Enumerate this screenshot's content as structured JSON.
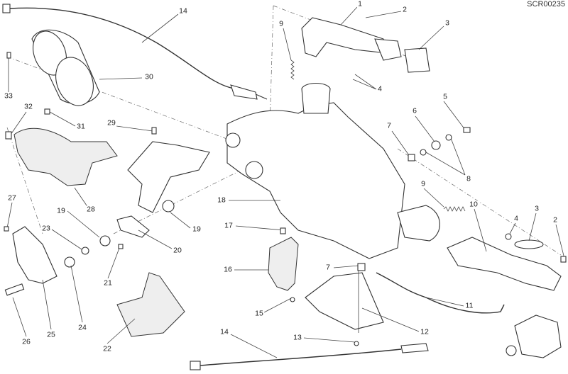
{
  "diagram": {
    "code": "SCR00235",
    "callouts": [
      {
        "id": "c14a",
        "text": "14"
      },
      {
        "id": "c1",
        "text": "1"
      },
      {
        "id": "c2a",
        "text": "2"
      },
      {
        "id": "c3a",
        "text": "3"
      },
      {
        "id": "c9a",
        "text": "9"
      },
      {
        "id": "c30",
        "text": "30"
      },
      {
        "id": "c4a",
        "text": "4"
      },
      {
        "id": "c33",
        "text": "33"
      },
      {
        "id": "c5",
        "text": "5"
      },
      {
        "id": "c32",
        "text": "32"
      },
      {
        "id": "c31",
        "text": "31"
      },
      {
        "id": "c29",
        "text": "29"
      },
      {
        "id": "c6",
        "text": "6"
      },
      {
        "id": "c7a",
        "text": "7"
      },
      {
        "id": "c8",
        "text": "8"
      },
      {
        "id": "c9b",
        "text": "9"
      },
      {
        "id": "c10",
        "text": "10"
      },
      {
        "id": "c4b",
        "text": "4"
      },
      {
        "id": "c3b",
        "text": "3"
      },
      {
        "id": "c2b",
        "text": "2"
      },
      {
        "id": "c18",
        "text": "18"
      },
      {
        "id": "c27",
        "text": "27"
      },
      {
        "id": "c19a",
        "text": "19"
      },
      {
        "id": "c19b",
        "text": "19"
      },
      {
        "id": "c28",
        "text": "28"
      },
      {
        "id": "c23",
        "text": "23"
      },
      {
        "id": "c17",
        "text": "17"
      },
      {
        "id": "c20",
        "text": "20"
      },
      {
        "id": "c21",
        "text": "21"
      },
      {
        "id": "c16",
        "text": "16"
      },
      {
        "id": "c7b",
        "text": "7"
      },
      {
        "id": "c15",
        "text": "15"
      },
      {
        "id": "c11",
        "text": "11"
      },
      {
        "id": "c12",
        "text": "12"
      },
      {
        "id": "c13",
        "text": "13"
      },
      {
        "id": "c24",
        "text": "24"
      },
      {
        "id": "c25",
        "text": "25"
      },
      {
        "id": "c26",
        "text": "26"
      },
      {
        "id": "c22",
        "text": "22"
      },
      {
        "id": "c14b",
        "text": "14"
      }
    ]
  }
}
